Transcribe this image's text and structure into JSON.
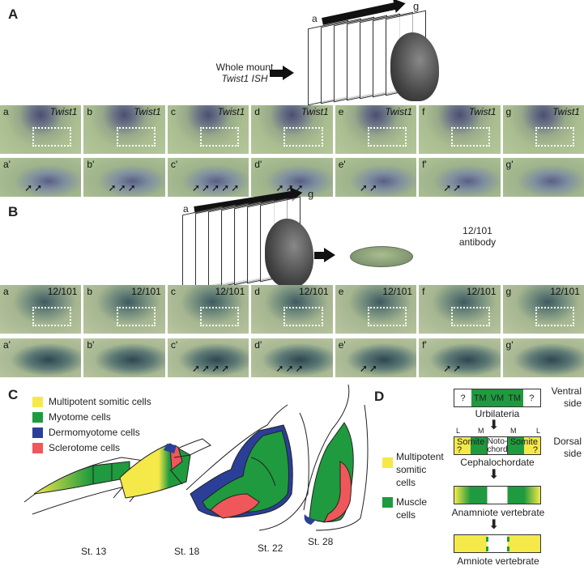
{
  "panel_a": {
    "label": "A",
    "arrow_start": "a",
    "arrow_end": "g",
    "method_line1": "Whole mount",
    "method_line2": "Twist1 ISH",
    "panels": [
      {
        "l": "a",
        "g": "Twist1"
      },
      {
        "l": "b",
        "g": "Twist1"
      },
      {
        "l": "c",
        "g": "Twist1"
      },
      {
        "l": "d",
        "g": "Twist1"
      },
      {
        "l": "e",
        "g": "Twist1"
      },
      {
        "l": "f",
        "g": "Twist1"
      },
      {
        "l": "g",
        "g": "Twist1"
      }
    ],
    "subpanels": [
      {
        "l": "a'",
        "arrows": 2
      },
      {
        "l": "b'",
        "arrows": 3
      },
      {
        "l": "c'",
        "arrows": 5
      },
      {
        "l": "d'",
        "arrows": 3
      },
      {
        "l": "e'",
        "arrows": 2
      },
      {
        "l": "f'",
        "arrows": 2
      },
      {
        "l": "g'",
        "arrows": 0
      }
    ]
  },
  "panel_b": {
    "label": "B",
    "arrow_start": "a",
    "arrow_end": "g",
    "antibody_line1": "12/101",
    "antibody_line2": "antibody",
    "panels": [
      {
        "l": "a",
        "g": "12/101"
      },
      {
        "l": "b",
        "g": "12/101"
      },
      {
        "l": "c",
        "g": "12/101"
      },
      {
        "l": "d",
        "g": "12/101"
      },
      {
        "l": "e",
        "g": "12/101"
      },
      {
        "l": "f",
        "g": "12/101"
      },
      {
        "l": "g",
        "g": "12/101"
      }
    ],
    "subpanels": [
      {
        "l": "a'",
        "arrows": 0
      },
      {
        "l": "b'",
        "arrows": 0
      },
      {
        "l": "c'",
        "arrows": 4
      },
      {
        "l": "d'",
        "arrows": 3
      },
      {
        "l": "e'",
        "arrows": 2
      },
      {
        "l": "f'",
        "arrows": 2
      },
      {
        "l": "g'",
        "arrows": 0
      }
    ]
  },
  "panel_c": {
    "label": "C",
    "legend": [
      {
        "label": "Multipotent somitic cells",
        "color": "#f5e94a"
      },
      {
        "label": "Myotome cells",
        "color": "#1f9a3e"
      },
      {
        "label": "Dermomyotome cells",
        "color": "#2b3f99"
      },
      {
        "label": "Sclerotome cells",
        "color": "#f0575a"
      }
    ],
    "stages": [
      "St. 13",
      "St. 18",
      "St. 22",
      "St. 28"
    ]
  },
  "panel_d": {
    "label": "D",
    "legend": [
      {
        "label1": "Multipotent",
        "label2": "somitic",
        "label3": "cells",
        "color": "#f5e94a"
      },
      {
        "label1": "Muscle",
        "label2": "cells",
        "color": "#1f9a3e"
      }
    ],
    "ventral_line1": "Ventral",
    "ventral_line2": "side",
    "dorsal_line1": "Dorsal",
    "dorsal_line2": "side",
    "urbilateria": {
      "cells": [
        "?",
        "TM",
        "VM",
        "TM",
        "?"
      ],
      "caption": "Urbilateria"
    },
    "cephalochordate": {
      "axis": [
        "L",
        "M",
        "M",
        "L"
      ],
      "somite": "Somite",
      "q": "?",
      "noto1": "Noto-",
      "noto2": "chord",
      "caption": "Cephalochordate"
    },
    "anamniote": {
      "caption": "Anamniote vertebrate"
    },
    "amniote": {
      "caption": "Amniote vertebrate"
    }
  }
}
